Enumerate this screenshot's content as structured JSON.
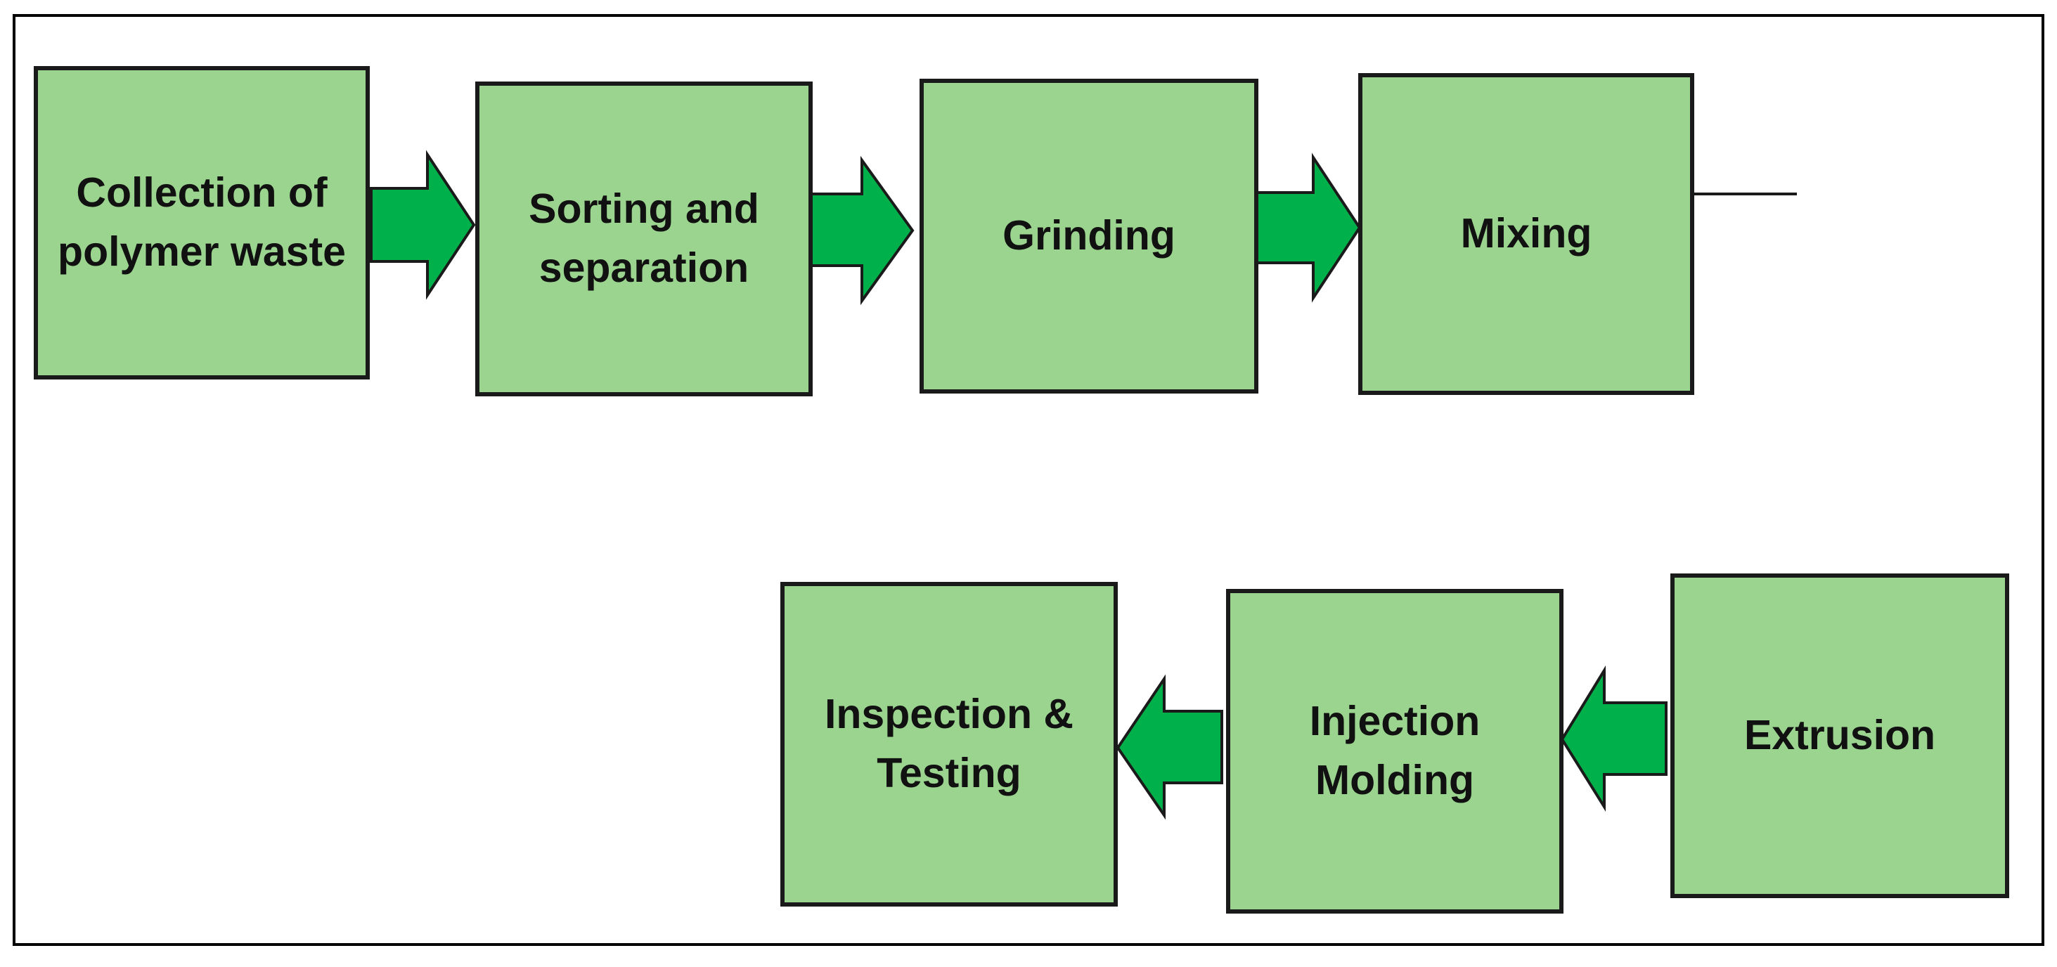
{
  "colors": {
    "box_fill": "#9bd48f",
    "box_border": "#1a1a1a",
    "arrow_fill": "#00b04a",
    "frame": "#000000"
  },
  "steps": [
    {
      "label": "Collection of\npolymer waste"
    },
    {
      "label": "Sorting and\nseparation"
    },
    {
      "label": "Grinding"
    },
    {
      "label": "Mixing"
    },
    {
      "label": "Extrusion"
    },
    {
      "label": "Injection\nMolding"
    },
    {
      "label": "Inspection &\nTesting"
    }
  ]
}
